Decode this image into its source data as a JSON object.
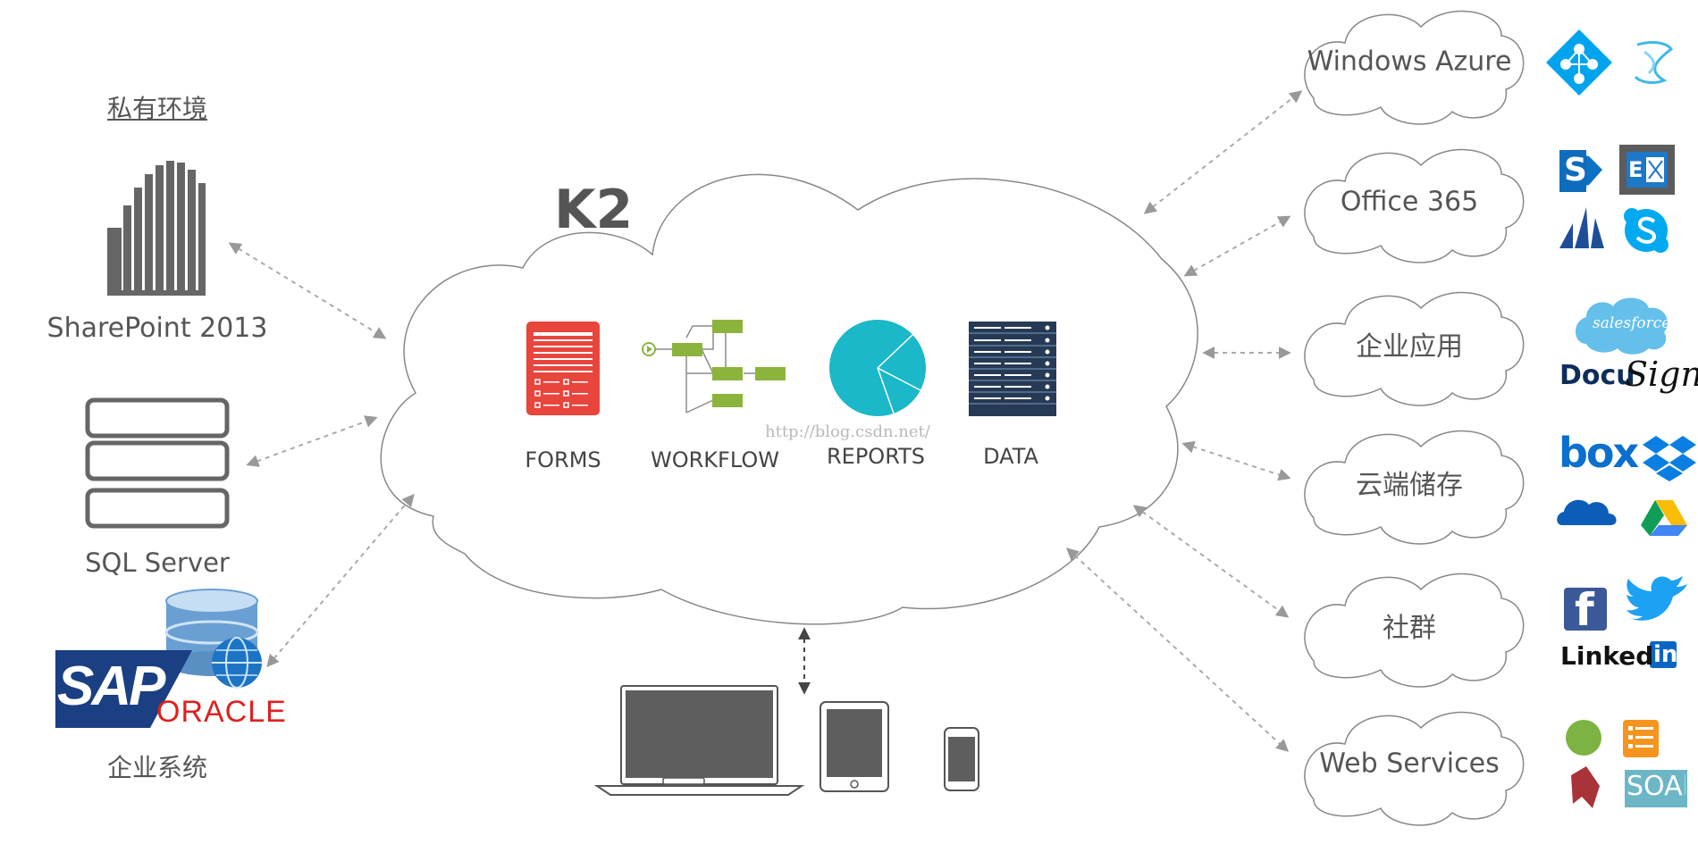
{
  "private_env": {
    "title": "私有环境"
  },
  "left_systems": [
    {
      "label": "SharePoint 2013"
    },
    {
      "label": "SQL Server"
    },
    {
      "label": "企业系统"
    }
  ],
  "logos": {
    "sap": "SAP",
    "oracle": "ORACLE"
  },
  "k2": {
    "title": "K2",
    "components": [
      {
        "label": "FORMS",
        "icon": "forms-icon"
      },
      {
        "label": "WORKFLOW",
        "icon": "workflow-icon"
      },
      {
        "label": "REPORTS",
        "icon": "reports-icon"
      },
      {
        "label": "DATA",
        "icon": "data-icon"
      }
    ]
  },
  "watermark": "http://blog.csdn.net/",
  "right_clouds": [
    {
      "label": "Windows Azure"
    },
    {
      "label": "Office 365"
    },
    {
      "label": "企业应用"
    },
    {
      "label": "云端储存"
    },
    {
      "label": "社群"
    },
    {
      "label": "Web Services"
    }
  ],
  "service_logos": {
    "salesforce": "salesforce",
    "docusign_a": "Docu",
    "docusign_b": "Sign",
    "box": "box",
    "linkedin_a": "Linked",
    "linkedin_b": "in",
    "soap": "SOAP",
    "sharepoint_letter": "S",
    "exchange_letter": "E",
    "facebook_letter": "f"
  },
  "devices": [
    "laptop-icon",
    "tablet-icon",
    "phone-icon"
  ],
  "colors": {
    "forms": "#e8453c",
    "workflow": "#8cb43c",
    "reports": "#1ab8c8",
    "data": "#263a55",
    "arrow": "#aaaaaa",
    "text": "#555555"
  }
}
